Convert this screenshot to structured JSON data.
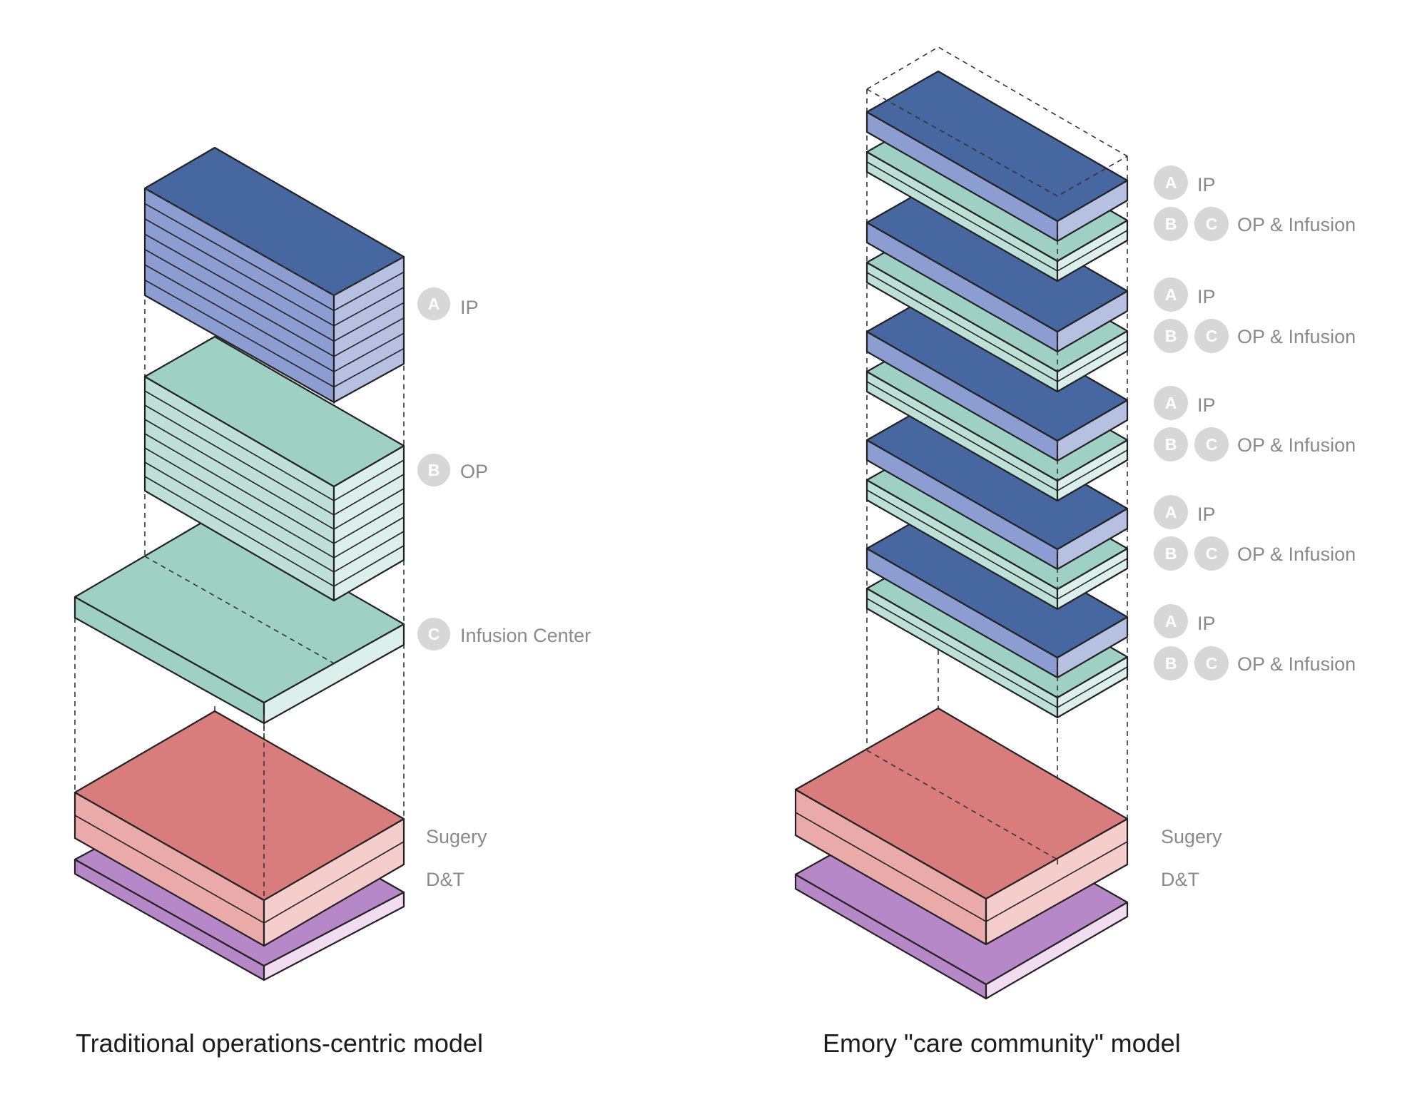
{
  "colors": {
    "ip_top": "#46679f",
    "ip_left": "#8c9dd2",
    "ip_right": "#b6c1e2",
    "op_top": "#9ed1c3",
    "op_left": "#bde1d7",
    "op_right": "#dbf0ea",
    "surgery_top": "#d97c7c",
    "surgery_left": "#eaaaa9",
    "surgery_right": "#f5cdcb",
    "dt_left": "#b788c7",
    "dt_right": "#f1dcf0",
    "badge": "#d7d7d7",
    "label": "#8a8a8a"
  },
  "traditional": {
    "caption": "Traditional operations-centric model",
    "labels": [
      {
        "badges": [
          "A"
        ],
        "text": "IP"
      },
      {
        "badges": [
          "B"
        ],
        "text": "OP"
      },
      {
        "badges": [
          "C"
        ],
        "text": "Infusion Center"
      },
      {
        "badges": [],
        "text": "Sugery"
      },
      {
        "badges": [],
        "text": "D&T"
      }
    ]
  },
  "emory": {
    "caption": "Emory \"care community\" model",
    "labels": [
      {
        "badges": [
          "A"
        ],
        "text": "IP"
      },
      {
        "badges": [
          "B",
          "C"
        ],
        "text": "OP & Infusion"
      },
      {
        "badges": [
          "A"
        ],
        "text": "IP"
      },
      {
        "badges": [
          "B",
          "C"
        ],
        "text": "OP & Infusion"
      },
      {
        "badges": [
          "A"
        ],
        "text": "IP"
      },
      {
        "badges": [
          "B",
          "C"
        ],
        "text": "OP & Infusion"
      },
      {
        "badges": [
          "A"
        ],
        "text": "IP"
      },
      {
        "badges": [
          "B",
          "C"
        ],
        "text": "OP & Infusion"
      },
      {
        "badges": [
          "A"
        ],
        "text": "IP"
      },
      {
        "badges": [
          "B",
          "C"
        ],
        "text": "OP & Infusion"
      },
      {
        "badges": [],
        "text": "Sugery"
      },
      {
        "badges": [],
        "text": "D&T"
      }
    ]
  }
}
